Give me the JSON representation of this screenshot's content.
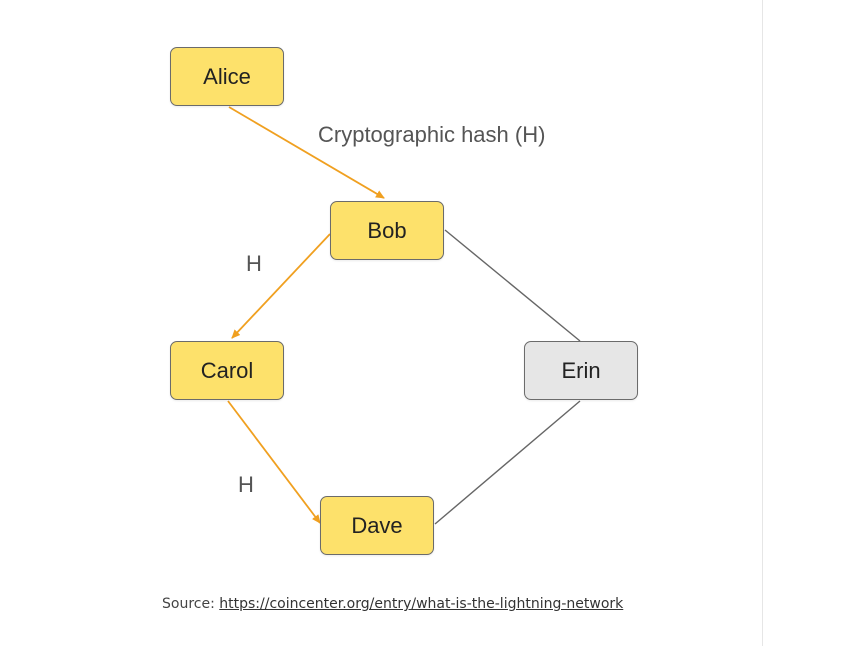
{
  "diagram": {
    "nodes": {
      "alice": "Alice",
      "bob": "Bob",
      "carol": "Carol",
      "erin": "Erin",
      "dave": "Dave"
    },
    "labels": {
      "hash_main": "Cryptographic hash (H)",
      "h_bob_carol": "H",
      "h_carol_dave": "H"
    },
    "colors": {
      "yellow_node": "#fde16b",
      "gray_node": "#e6e6e6",
      "hash_edge": "#f0a020",
      "plain_edge": "#666666"
    }
  },
  "source": {
    "prefix": "Source: ",
    "link_text": "https://coincenter.org/entry/what-is-the-lightning-network"
  }
}
